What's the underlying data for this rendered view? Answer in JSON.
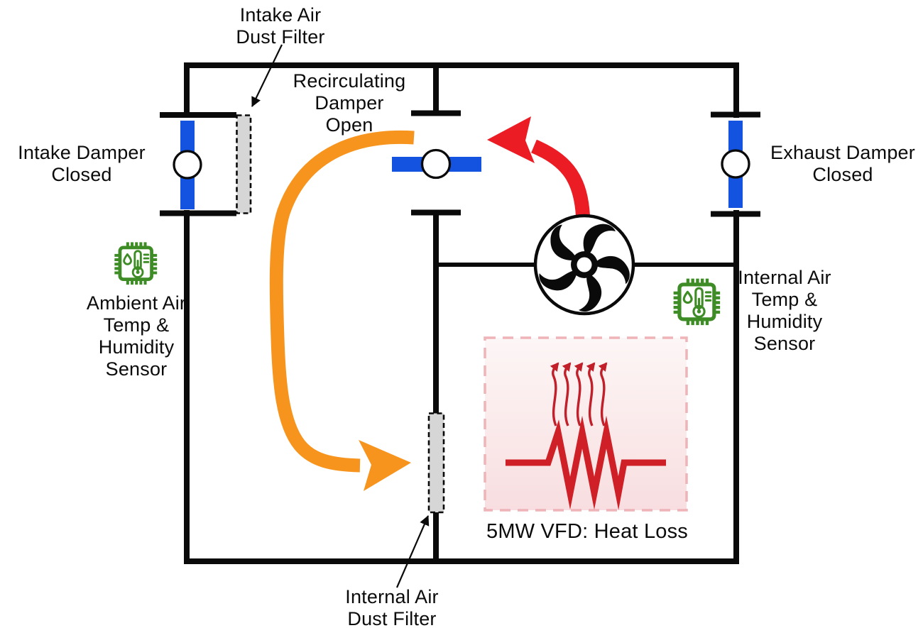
{
  "labels": {
    "intake_filter": "Intake Air\nDust Filter",
    "recirculating_damper": "Recirculating\nDamper\nOpen",
    "intake_damper": "Intake Damper\nClosed",
    "exhaust_damper": "Exhaust Damper\nClosed",
    "ambient_sensor": "Ambient Air\nTemp &\nHumidity\nSensor",
    "internal_sensor": "Internal Air\nTemp &\nHumidity\nSensor",
    "vfd_heat_loss": "5MW VFD: Heat Loss",
    "internal_filter": "Internal Air\nDust Filter"
  },
  "icons": {
    "fan": "fan-impeller-icon",
    "ambient_sensor": "temp-humidity-sensor-chip-icon",
    "internal_sensor": "temp-humidity-sensor-chip-icon",
    "heat_loss": "resistor-with-heat-waves-icon",
    "recirculation_flow": "orange-curved-arrow-icon",
    "fan_discharge_flow": "red-curved-arrow-icon"
  },
  "colors": {
    "background": "#ffffff",
    "line_black": "#0a0a0a",
    "damper_blue": "#1353e0",
    "flow_orange": "#f7941d",
    "flow_red": "#ec1c24",
    "heat_red": "#c1202a",
    "resistor_red": "#d02027",
    "sensor_green": "#3e8c26",
    "filter_gray": "#d6d6d6",
    "vfd_fill_top": "#fdf6f6",
    "vfd_fill_bottom": "#f8dee0",
    "vfd_border": "#eeb4b8",
    "text": "#0b0b0b"
  }
}
